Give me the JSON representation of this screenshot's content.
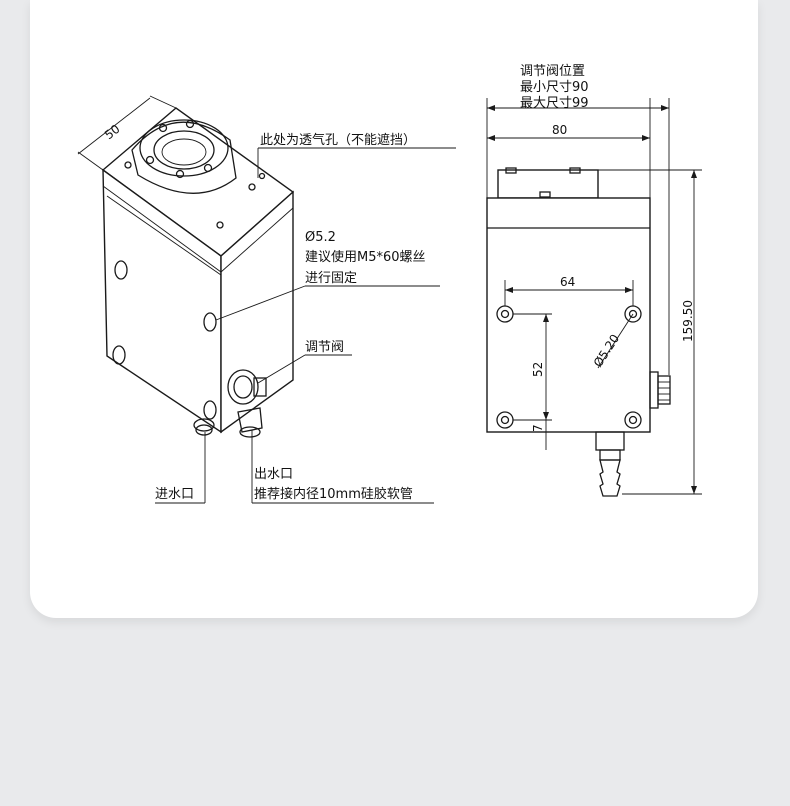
{
  "labels": {
    "vent": "此处为透气孔（不能遮挡）",
    "hole_dia": "Ø5.2",
    "screw_line1": "建议使用M5*60螺丝",
    "screw_line2": "进行固定",
    "valve": "调节阀",
    "outlet": "出水口",
    "hose": "推荐接内径10mm硅胶软管",
    "inlet": "进水口",
    "valve_pos_title": "调节阀位置",
    "valve_pos_min": "最小尺寸90",
    "valve_pos_max": "最大尺寸99"
  },
  "dimensions": {
    "iso_width": "50",
    "front_width": "80",
    "hole_spacing_h": "64",
    "hole_spacing_v": "52",
    "hole_dia_front": "Ø5.20",
    "height": "159.50",
    "bottom_offset": "7"
  }
}
